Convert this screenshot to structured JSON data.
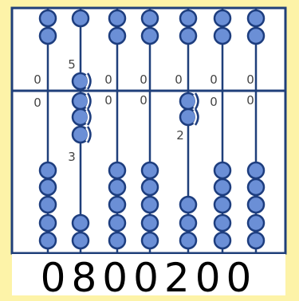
{
  "abacus": {
    "number_display": "0800200",
    "columns": [
      {
        "upper_label": "0",
        "lower_label": "0",
        "upper_active": 0,
        "lower_active": 0
      },
      {
        "upper_label": "5",
        "lower_label": "3",
        "upper_active": 1,
        "lower_active": 3
      },
      {
        "upper_label": "0",
        "lower_label": "0",
        "upper_active": 0,
        "lower_active": 0
      },
      {
        "upper_label": "0",
        "lower_label": "0",
        "upper_active": 0,
        "lower_active": 0
      },
      {
        "upper_label": "0",
        "lower_label": "2",
        "upper_active": 0,
        "lower_active": 2
      },
      {
        "upper_label": "0",
        "lower_label": "0",
        "upper_active": 0,
        "lower_active": 0
      },
      {
        "upper_label": "0",
        "lower_label": "0",
        "upper_active": 0,
        "lower_active": 0
      }
    ],
    "colors": {
      "frame": "#fdf3a8",
      "board": "#ffffff",
      "line": "#1f3f7a",
      "bead_fill": "#6b8fd6",
      "bead_stroke": "#1d3d7e",
      "display_bg": "#ffffff",
      "display_text": "#000000"
    }
  }
}
